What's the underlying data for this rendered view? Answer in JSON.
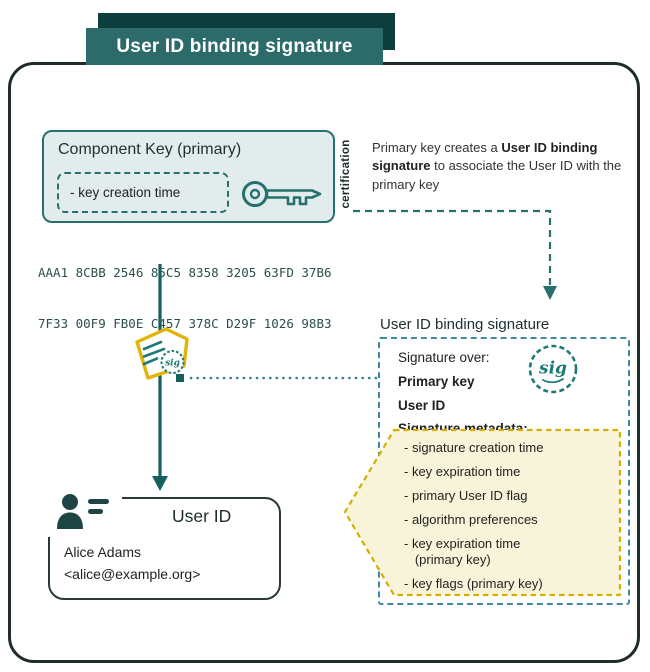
{
  "banner": {
    "title": "User ID binding signature"
  },
  "component_key": {
    "title": "Component Key (primary)",
    "attribute": "- key creation time"
  },
  "certification_label": "certification",
  "annotation": {
    "pre": "Primary key creates a ",
    "bold": "User ID binding signature",
    "post": " to associate the User ID with the primary key"
  },
  "fingerprint": {
    "line1": "AAA1 8CBB 2546 85C5 8358 3205 63FD 37B6",
    "line2": "7F33 00F9 FB0E C457 378C D29F 1026 98B3"
  },
  "binding_box": {
    "title": "User ID binding signature",
    "signature_over_label": "Signature over:",
    "items_bold": [
      "Primary key",
      "User ID"
    ],
    "metadata_label": "Signature metadata:",
    "metadata_items": [
      "- signature creation time",
      "- key expiration time",
      "- primary User ID flag",
      "- algorithm preferences",
      "- key expiration time\n   (primary key)",
      "- key flags (primary key)"
    ]
  },
  "user_id_card": {
    "title": "User ID",
    "name": "Alice Adams",
    "email": "<alice@example.org>"
  },
  "sig_label": "sig",
  "colors": {
    "teal": "#26706d",
    "teal_dark": "#15605d",
    "banner_teal": "#2d6b6a",
    "banner_shadow": "#0e3d3d",
    "gold": "#d6ae00",
    "cream_fill": "#f8f4da",
    "key_box_fill": "#e3ecec",
    "dashed_box_border": "#4089a0",
    "frame_border": "#202b2b"
  }
}
